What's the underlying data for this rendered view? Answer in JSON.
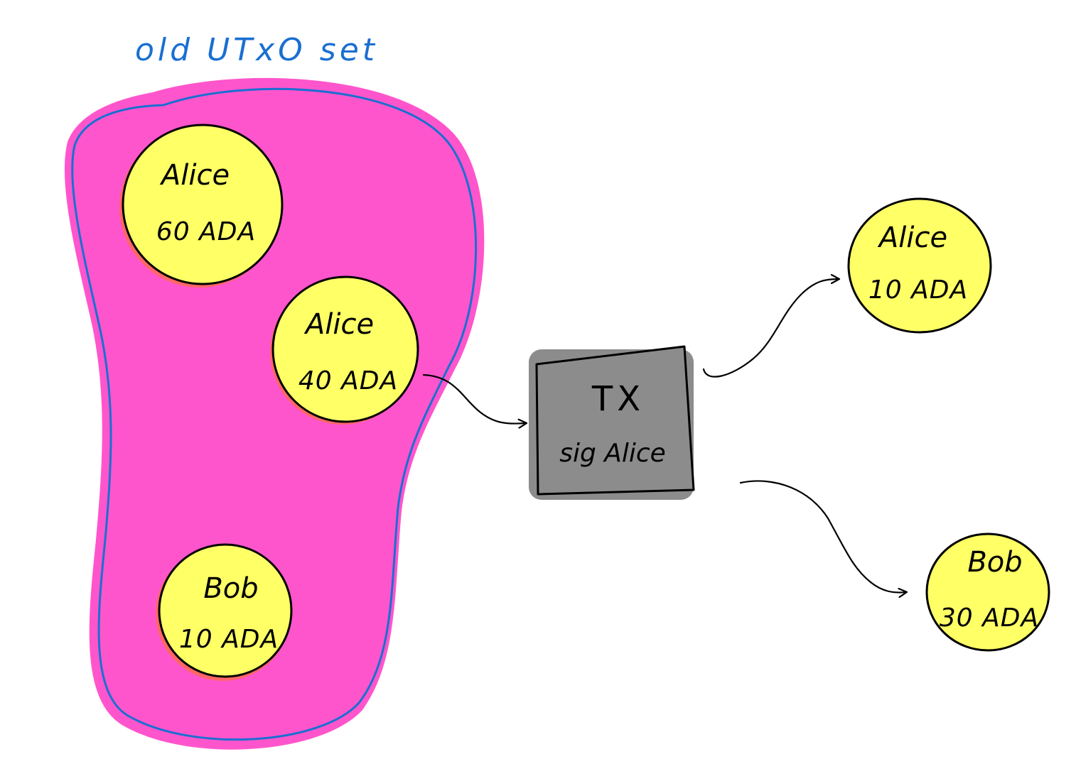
{
  "title": "old UTxO set",
  "colors": {
    "set_fill": "#ff55cc",
    "set_outline": "#1a6fd1",
    "utxo_fill": "#ffff66",
    "utxo_halo": "#ff6666",
    "tx_fill": "#8c8c8c",
    "ink": "#000000"
  },
  "old_utxos": [
    {
      "owner": "Alice",
      "amount": "60 ADA"
    },
    {
      "owner": "Alice",
      "amount": "40 ADA"
    },
    {
      "owner": "Bob",
      "amount": "10 ADA"
    }
  ],
  "transaction": {
    "title": "TX",
    "signature": "sig Alice"
  },
  "new_utxos": [
    {
      "owner": "Alice",
      "amount": "10 ADA"
    },
    {
      "owner": "Bob",
      "amount": "30 ADA"
    }
  ]
}
